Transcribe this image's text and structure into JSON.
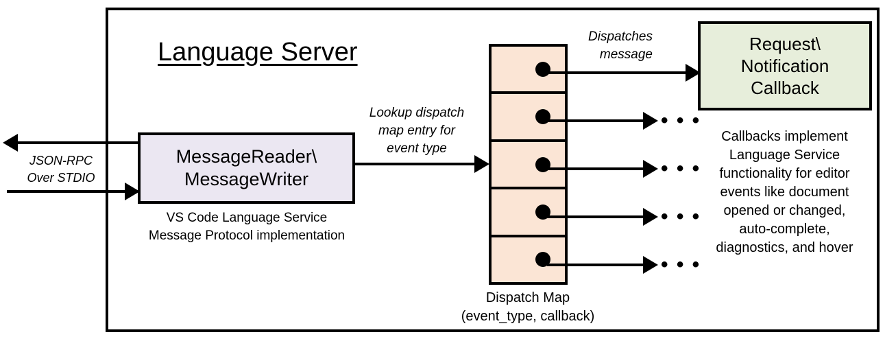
{
  "diagram": {
    "title": "Language Server",
    "outer_border_color": "#000000",
    "background": "#ffffff"
  },
  "message_box": {
    "line1": "MessageReader\\",
    "line2": "MessageWriter",
    "fill": "#EBE7F2",
    "caption_line1": "VS Code Language Service",
    "caption_line2": "Message Protocol implementation"
  },
  "transport": {
    "label_line1": "JSON-RPC",
    "label_line2": "Over STDIO"
  },
  "lookup": {
    "line1": "Lookup dispatch",
    "line2": "map entry for",
    "line3": "event type"
  },
  "dispatch": {
    "label_line1": "Dispatches",
    "label_line2": "message",
    "map_fill": "#FBE5D5",
    "caption_line1": "Dispatch Map",
    "caption_line2": "(event_type, callback)",
    "cells": [
      {
        "id": "cell-1",
        "dot": "entry-dot"
      },
      {
        "id": "cell-2",
        "dot": "entry-dot"
      },
      {
        "id": "cell-3",
        "dot": "entry-dot"
      },
      {
        "id": "cell-4",
        "dot": "entry-dot"
      },
      {
        "id": "cell-5",
        "dot": "entry-dot"
      }
    ],
    "ellipsis": "• • •",
    "ellipsis_count": 4
  },
  "callback": {
    "line1": "Request\\",
    "line2": "Notification",
    "line3": "Callback",
    "fill": "#E7EEDB",
    "caption_line1": "Callbacks implement",
    "caption_line2": "Language Service",
    "caption_line3": "functionality for editor",
    "caption_line4": "events like document",
    "caption_line5": "opened or changed,",
    "caption_line6": "auto-complete,",
    "caption_line7": "diagnostics, and hover"
  }
}
